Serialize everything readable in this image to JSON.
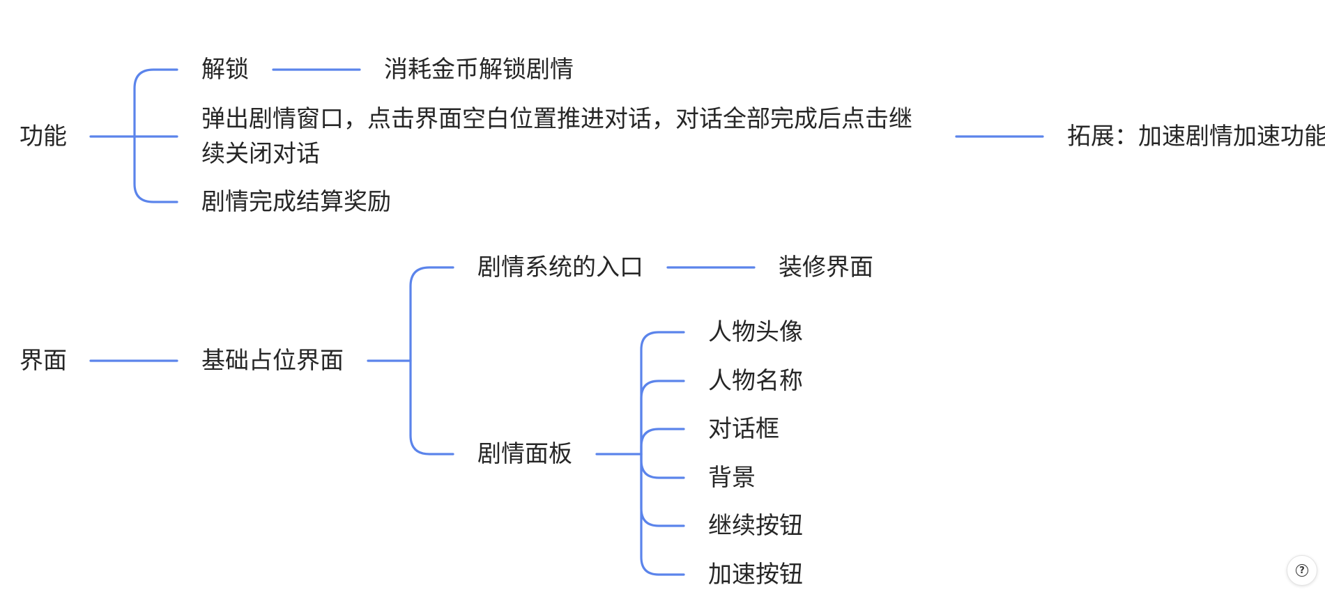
{
  "mindmap": {
    "branches": {
      "function": {
        "label": "功能",
        "unlock": "解锁",
        "unlock_detail": "消耗金币解锁剧情",
        "popup": "弹出剧情窗口，点击界面空白位置推进对话，对话全部完成后点击继续关闭对话",
        "extension": "拓展：加速剧情加速功能",
        "settle": "剧情完成结算奖励"
      },
      "ui": {
        "label": "界面",
        "base": "基础占位界面",
        "entry": "剧情系统的入口",
        "entry_detail": "装修界面",
        "panel": "剧情面板",
        "panel_items": [
          "人物头像",
          "人物名称",
          "对话框",
          "背景",
          "继续按钮",
          "加速按钮"
        ]
      }
    },
    "link_color": "#5b84eb"
  },
  "help": {
    "icon": "question-circle-icon",
    "glyph": "?"
  }
}
